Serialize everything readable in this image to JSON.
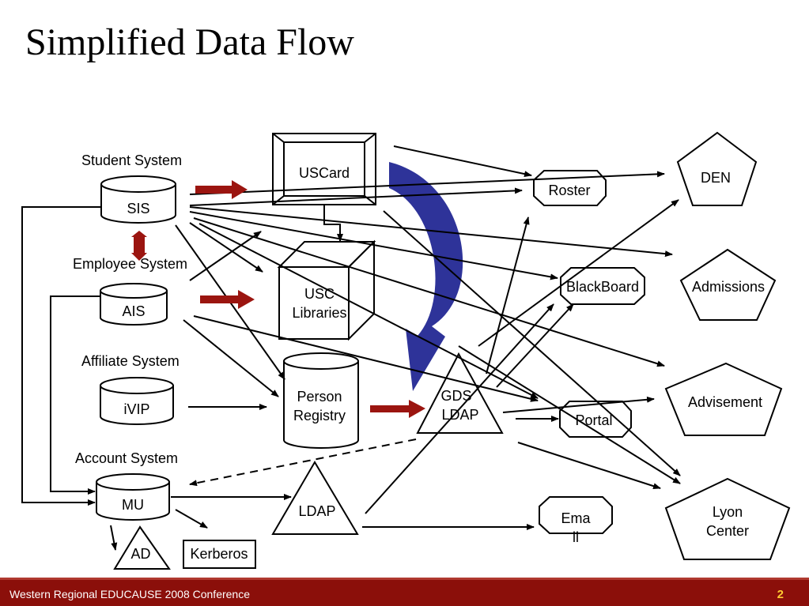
{
  "title": "Simplified Data Flow",
  "footer": {
    "conference": "Western Regional EDUCAUSE 2008 Conference",
    "page_number": "2"
  },
  "colors": {
    "footer_bg": "#8b0f0a",
    "page_number": "#ffcc33",
    "highlight_arrow": "#9b1510",
    "curved_arrow": "#2e3399"
  },
  "groups": {
    "student": "Student System",
    "employee": "Employee System",
    "affiliate": "Affiliate System",
    "account": "Account System"
  },
  "nodes": {
    "sis": "SIS",
    "ais": "AIS",
    "ivip": "iVIP",
    "mu": "MU",
    "ad": "AD",
    "kerberos": "Kerberos",
    "uscard": "USCard",
    "usc_libraries": [
      "USC",
      "Libraries"
    ],
    "person_registry": [
      "Person",
      "Registry"
    ],
    "gds_ldap": [
      "GDS",
      "LDAP"
    ],
    "ldap": "LDAP",
    "roster": "Roster",
    "blackboard": "BlackBoard",
    "portal": "Portal",
    "email": [
      "Ema",
      "il"
    ],
    "den": "DEN",
    "admissions": "Admissions",
    "advisement": "Advisement",
    "lyon_center": [
      "Lyon",
      "Center"
    ]
  }
}
